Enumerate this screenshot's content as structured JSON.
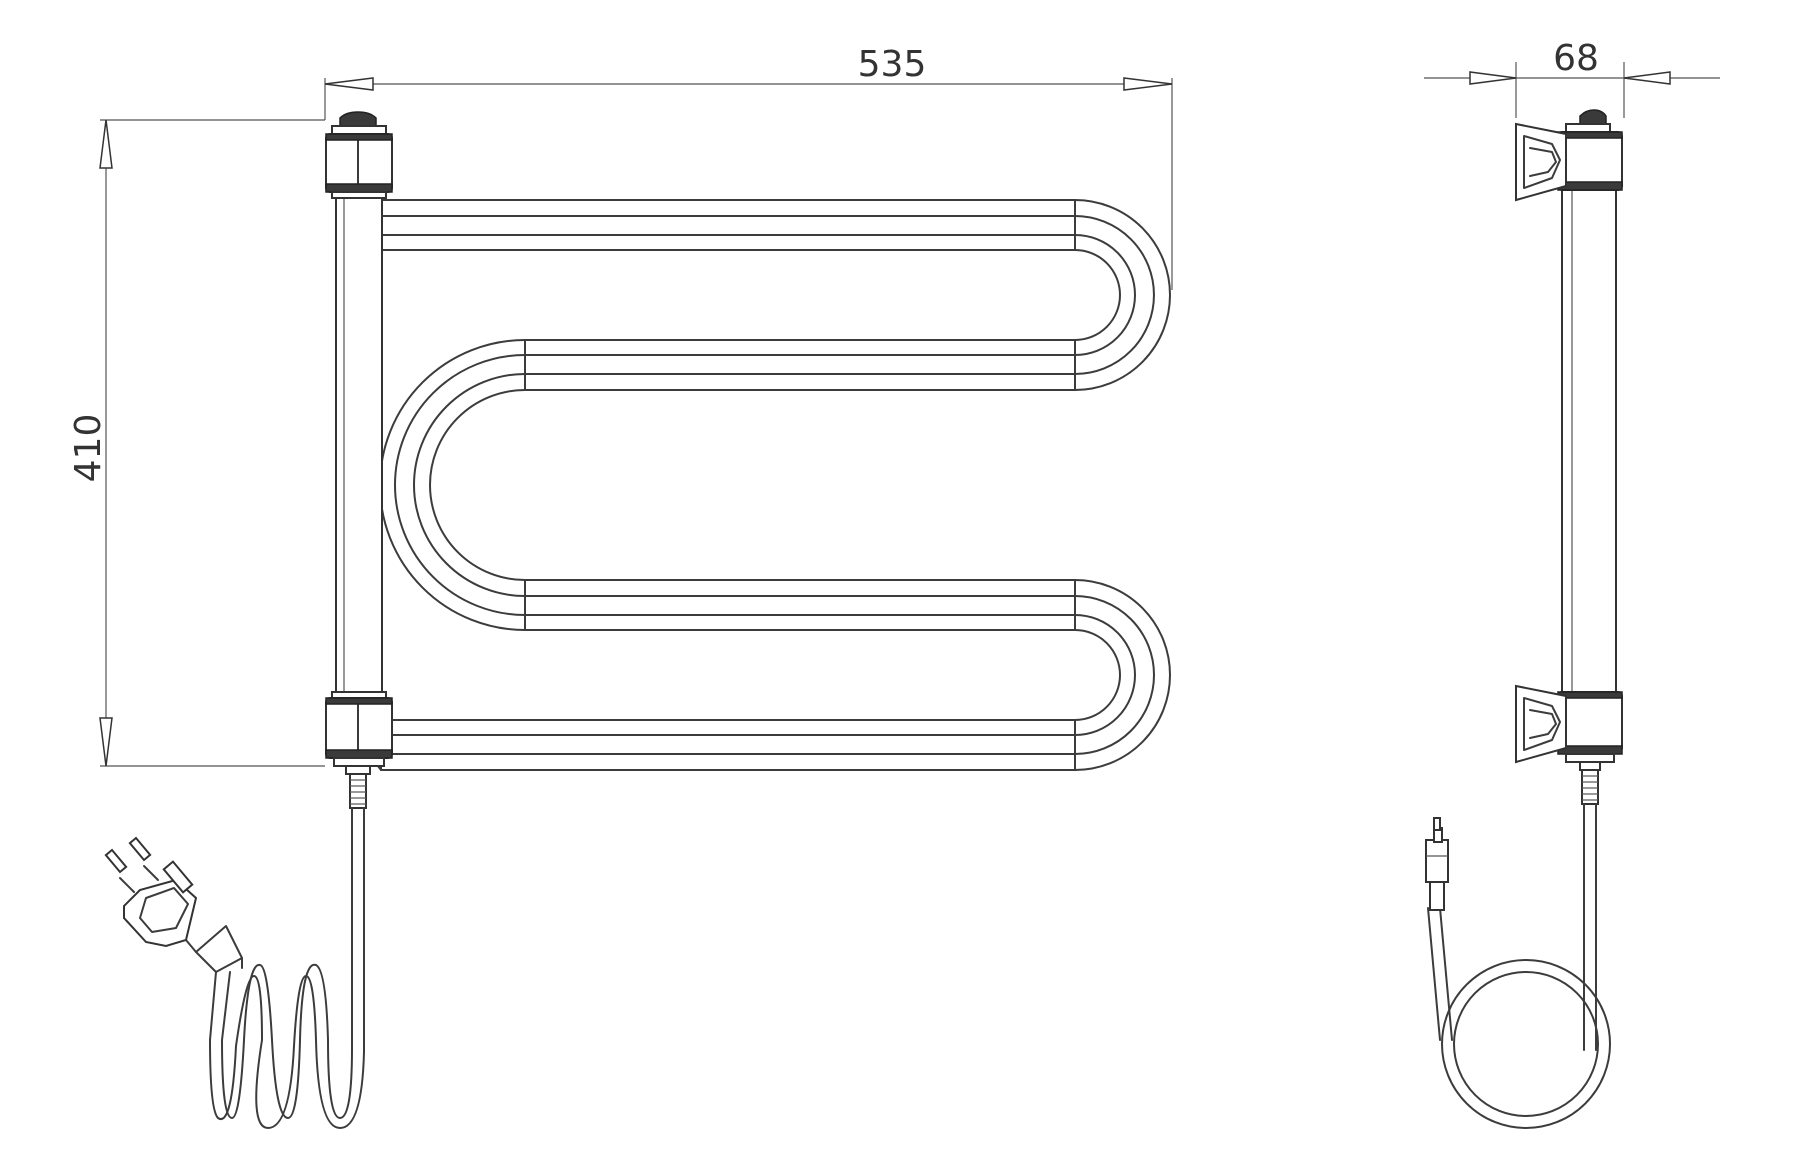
{
  "dimensions": {
    "width": "535",
    "height": "410",
    "depth": "68"
  },
  "colors": {
    "line": "#3c3c3c",
    "background": "#ffffff"
  }
}
